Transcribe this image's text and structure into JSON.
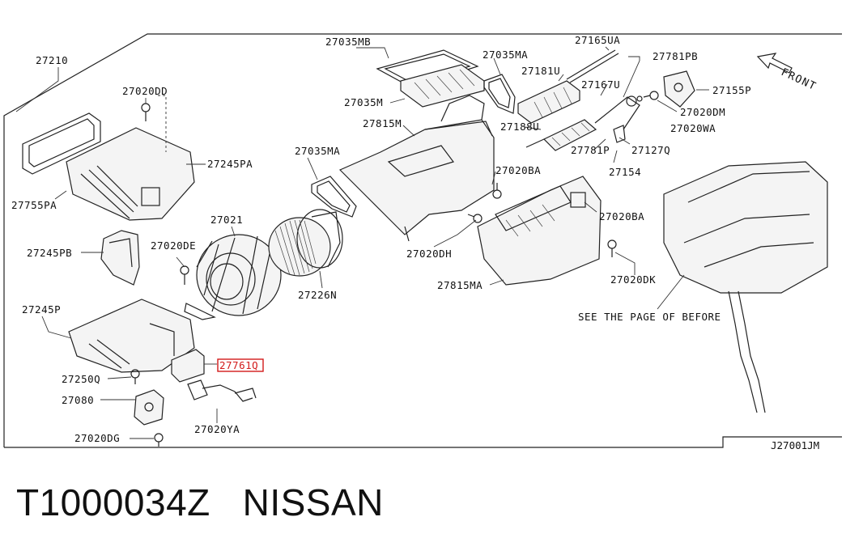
{
  "diagram": {
    "reference": "J27001JM",
    "direction_label": "FRONT",
    "note": "SEE THE PAGE OF BEFORE",
    "highlight_color": "#d21a1a",
    "highlighted_part": "27761Q",
    "parts": [
      "27210",
      "27035MB",
      "27035MA",
      "27165UA",
      "27781PB",
      "27155P",
      "27020DD",
      "27181U",
      "27167U",
      "27020DM",
      "27020WA",
      "27035M",
      "27815M",
      "27188U",
      "27781P",
      "27127Q",
      "27035MA",
      "27245PA",
      "27755PA",
      "27020BA",
      "27154",
      "27021",
      "27020BA",
      "27245PB",
      "27020DE",
      "27020DH",
      "27020DK",
      "27226N",
      "27815MA",
      "27245P",
      "27761Q",
      "27250Q",
      "27080",
      "27020YA",
      "27020DG"
    ]
  },
  "caption": {
    "part_number": "T1000034Z",
    "brand": "NISSAN"
  }
}
